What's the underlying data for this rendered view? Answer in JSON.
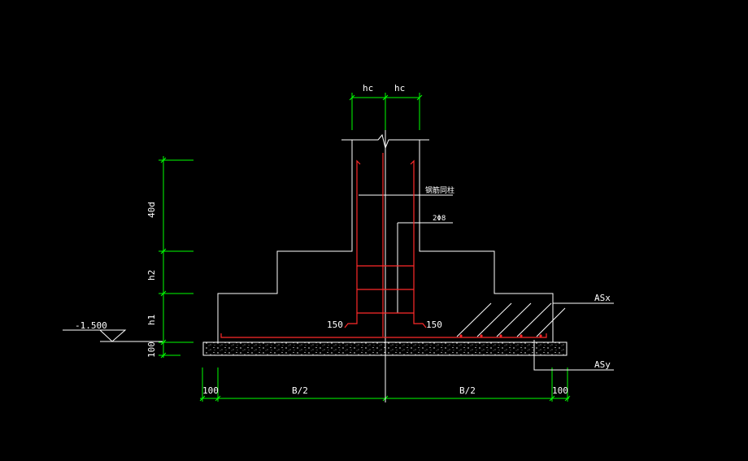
{
  "colors": {
    "background": "#000000",
    "outline": "#ffffff",
    "rebar": "#ff2a2a",
    "dimension": "#00ff00",
    "text": "#ffffff"
  },
  "labels": {
    "hc_left": "hc",
    "hc_right": "hc",
    "anchor_40d": "40d",
    "h2": "h2",
    "h1": "h1",
    "cushion_100": "100",
    "elevation": "-1.500",
    "steel_column": "钢筋同柱",
    "stirrup": "2Φ8",
    "hook_left": "150",
    "hook_right": "150",
    "asx": "ASx",
    "asy": "ASy",
    "dim_100_left": "100",
    "dim_b2_left": "B/2",
    "dim_b2_right": "B/2",
    "dim_100_right": "100"
  }
}
